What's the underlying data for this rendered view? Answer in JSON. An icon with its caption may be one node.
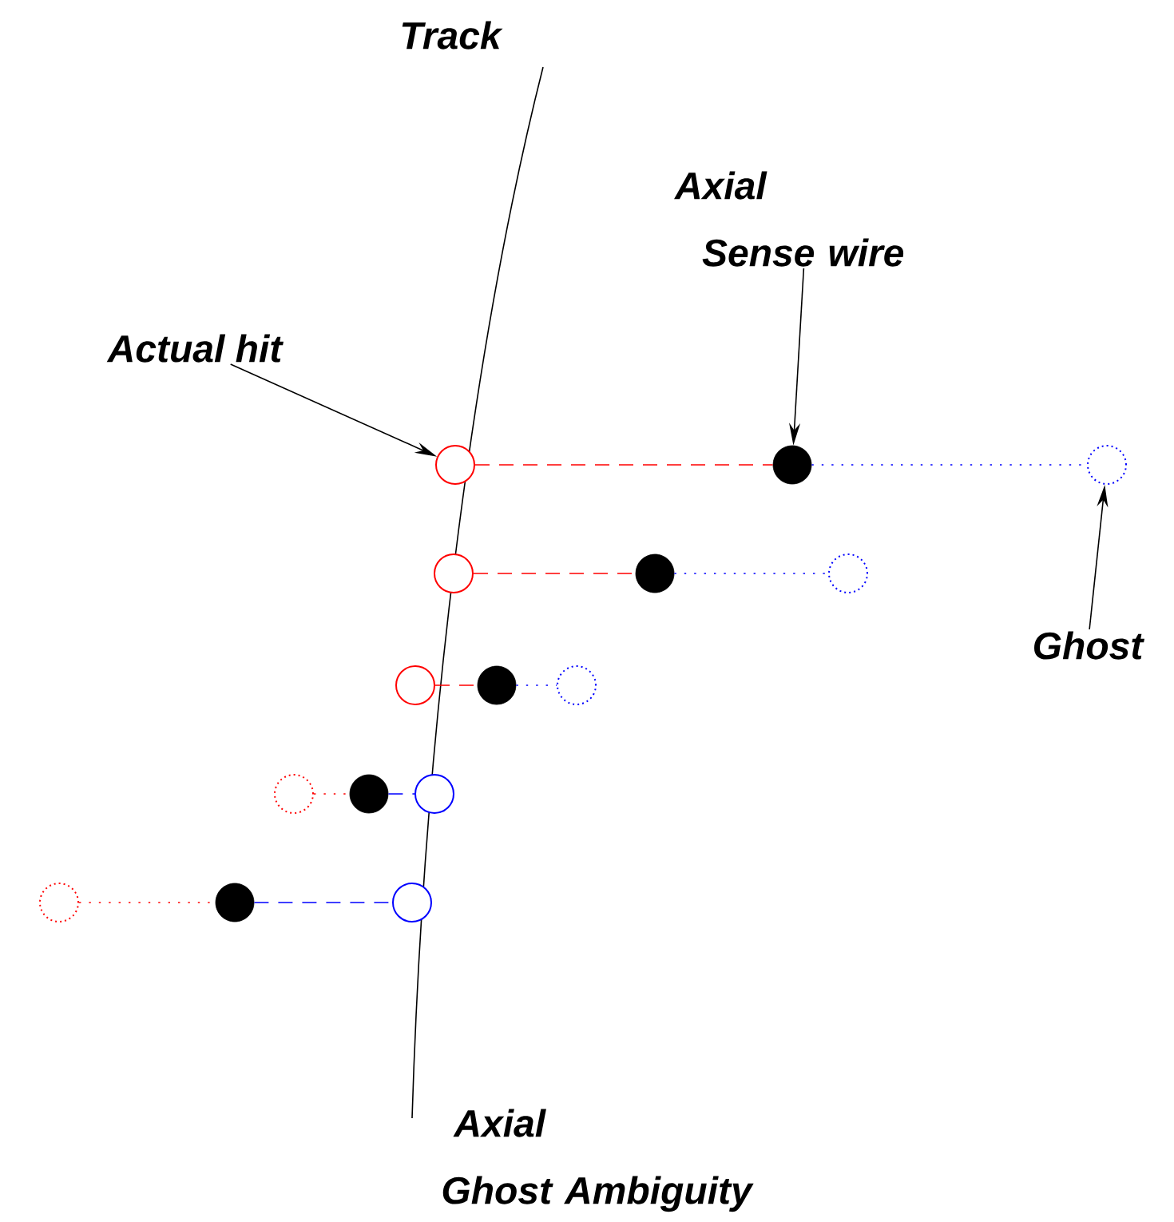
{
  "diagram": {
    "caption": "Axial Ghost Ambiguity",
    "nodes": [
      {
        "text": [
          "Actual hit"
        ]
      },
      {
        "text": [
          "Axial Sense wire"
        ]
      },
      {
        "text": [
          "Ghost"
        ]
      },
      {
        "text": [],
        "shape": "circle"
      },
      {
        "text": [],
        "shape": "dot"
      },
      {
        "text": [],
        "shape": "circle"
      },
      {
        "text": [],
        "shape": "circle"
      },
      {
        "text": [],
        "shape": "dot"
      },
      {
        "text": [],
        "shape": "circle"
      },
      {
        "text": [],
        "shape": "circle"
      },
      {
        "text": [],
        "shape": "dot"
      },
      {
        "text": [],
        "shape": "circle"
      },
      {
        "text": [],
        "shape": "circle"
      },
      {
        "text": [],
        "shape": "dot"
      },
      {
        "text": [],
        "shape": "circle"
      },
      {
        "text": [],
        "shape": "circle"
      },
      {
        "text": [],
        "shape": "dot"
      },
      {
        "text": [],
        "shape": "circle"
      }
    ],
    "edges": [
      {
        "from": 0,
        "to": 3,
        "arrow": "to",
        "color": "#000000"
      },
      {
        "from": 1,
        "to": 4,
        "arrow": "to",
        "color": "#000000"
      },
      {
        "from": 2,
        "to": 5,
        "arrow": "to",
        "color": "#000000"
      },
      {
        "from": 3,
        "to": 4,
        "arrow": "none",
        "style": "dashed",
        "color": "#ff0000"
      },
      {
        "from": 4,
        "to": 5,
        "arrow": "none",
        "style": "dashed",
        "color": "#0000ff"
      },
      {
        "from": 6,
        "to": 7,
        "arrow": "none",
        "style": "dashed",
        "color": "#ff0000"
      },
      {
        "from": 7,
        "to": 8,
        "arrow": "none",
        "style": "dashed",
        "color": "#0000ff"
      },
      {
        "from": 9,
        "to": 10,
        "arrow": "none",
        "style": "dashed",
        "color": "#ff0000"
      },
      {
        "from": 10,
        "to": 11,
        "arrow": "none",
        "style": "dashed",
        "color": "#0000ff"
      },
      {
        "from": 12,
        "to": 13,
        "arrow": "none",
        "style": "dashed",
        "color": "#ff0000"
      },
      {
        "from": 13,
        "to": 14,
        "arrow": "none",
        "style": "dashed",
        "color": "#0000ff"
      },
      {
        "from": 15,
        "to": 16,
        "arrow": "none",
        "style": "dashed",
        "color": "#ff0000"
      },
      {
        "from": 16,
        "to": 17,
        "arrow": "none",
        "style": "dashed",
        "color": "#0000ff"
      }
    ],
    "labels": [
      "Track"
    ]
  }
}
